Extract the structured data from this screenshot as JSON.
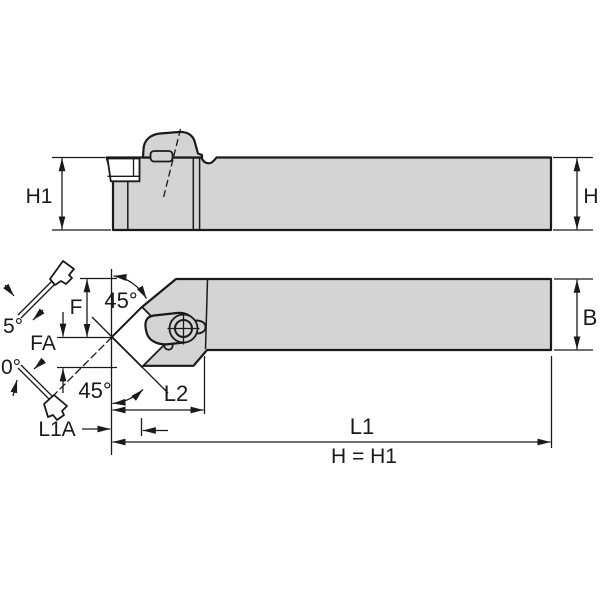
{
  "diagram": {
    "labels": {
      "h1": "H1",
      "h": "H",
      "b": "B",
      "f": "F",
      "fa": "FA",
      "l1": "L1",
      "l2": "L2",
      "l1a": "L1A",
      "angle_top": "45°",
      "angle_bottom": "45°",
      "rake_angle": "5°",
      "inclination_angle": "0°",
      "height_note": "H = H1"
    },
    "colors": {
      "background": "#ffffff",
      "line": "#1a1a1a",
      "body_fill": "#d4d4d4"
    }
  }
}
